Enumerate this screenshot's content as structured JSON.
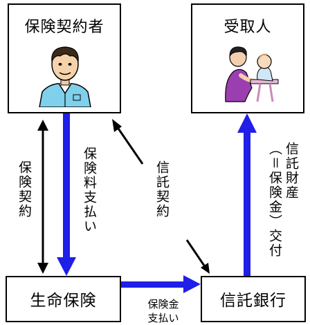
{
  "nodes": {
    "policyholder": "保険契約者",
    "beneficiary": "受取人",
    "insurer": "生命保険",
    "trust_bank": "信託銀行"
  },
  "edges": {
    "insurance_contract": "保険契約",
    "premium_payment": "保険料支払い",
    "trust_contract": "信託契約",
    "trust_property": "信託財産",
    "delivered": "（＝保険金）交付",
    "payout_line1": "保険金",
    "payout_line2": "支払い"
  },
  "colors": {
    "blue_arrow": "#1f1fe8",
    "black_arrow": "#000000"
  },
  "icons": {
    "policyholder_illustration": "man-portrait-icon",
    "beneficiary_illustration": "mother-with-baby-icon"
  }
}
